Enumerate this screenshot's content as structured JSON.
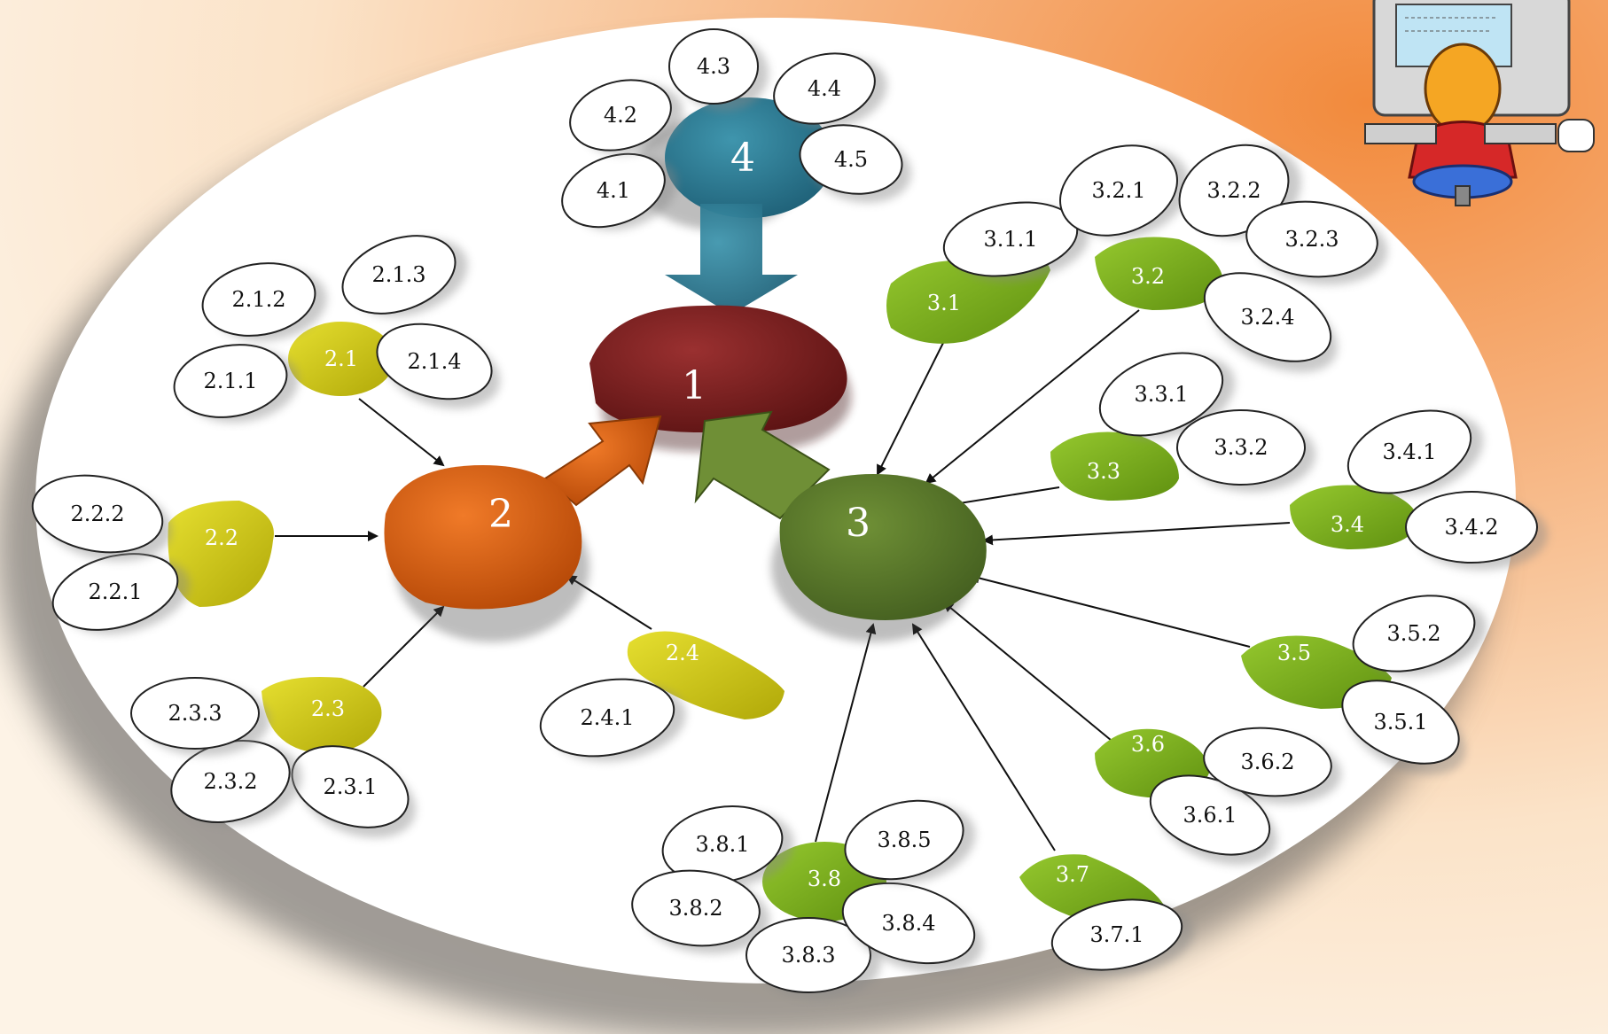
{
  "colors": {
    "hub1": "#7a1f1f",
    "hub2": "#d55a0d",
    "hub3": "#5a7a2a",
    "hub4": "#2f7a8f",
    "yellow": "#d4cc10",
    "green": "#7fb51d",
    "arrow_orange": "#e8701a",
    "arrow_green": "#6f8f36",
    "arrow_blue": "#3a8aa6"
  },
  "hubs": {
    "h1": "1",
    "h2": "2",
    "h3": "3",
    "h4": "4"
  },
  "branches": {
    "b21": "2.1",
    "b22": "2.2",
    "b23": "2.3",
    "b24": "2.4",
    "b31": "3.1",
    "b32": "3.2",
    "b33": "3.3",
    "b34": "3.4",
    "b35": "3.5",
    "b36": "3.6",
    "b37": "3.7",
    "b38": "3.8"
  },
  "leaves": {
    "l41": "4.1",
    "l42": "4.2",
    "l43": "4.3",
    "l44": "4.4",
    "l45": "4.5",
    "l211": "2.1.1",
    "l212": "2.1.2",
    "l213": "2.1.3",
    "l214": "2.1.4",
    "l221": "2.2.1",
    "l222": "2.2.2",
    "l231": "2.3.1",
    "l232": "2.3.2",
    "l233": "2.3.3",
    "l241": "2.4.1",
    "l311": "3.1.1",
    "l321": "3.2.1",
    "l322": "3.2.2",
    "l323": "3.2.3",
    "l324": "3.2.4",
    "l331": "3.3.1",
    "l332": "3.3.2",
    "l341": "3.4.1",
    "l342": "3.4.2",
    "l351": "3.5.1",
    "l352": "3.5.2",
    "l361": "3.6.1",
    "l362": "3.6.2",
    "l371": "3.7.1",
    "l381": "3.8.1",
    "l382": "3.8.2",
    "l383": "3.8.3",
    "l384": "3.8.4",
    "l385": "3.8.5"
  },
  "icons": {
    "corner": "computer-user-icon"
  }
}
